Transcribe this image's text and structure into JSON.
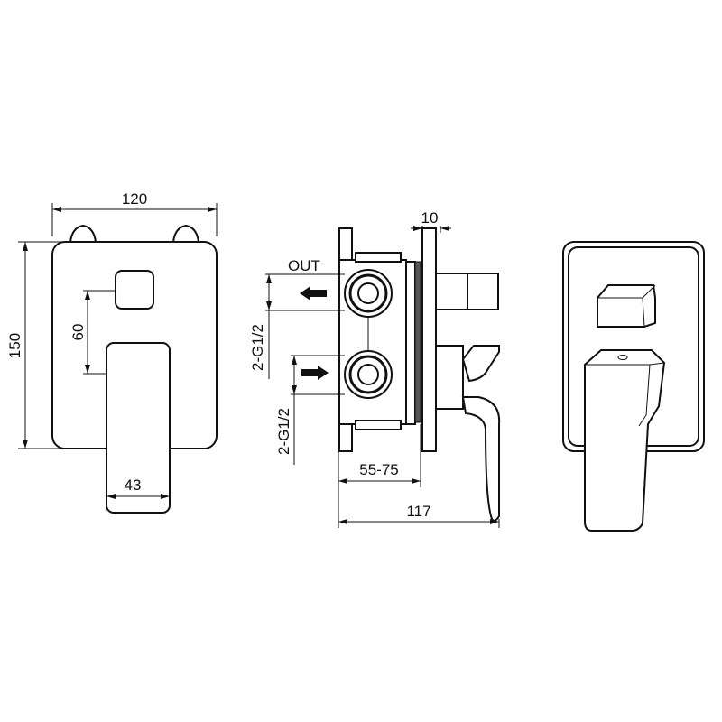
{
  "front_view": {
    "width_label": "120",
    "height_label": "150",
    "button_offset_label": "60",
    "handle_width_label": "43"
  },
  "side_view": {
    "out_label": "OUT",
    "outlet_thread_label": "2-G1/2",
    "inlet_thread_label": "2-G1/2",
    "plate_thickness_label": "10",
    "wall_depth_label": "55-75",
    "total_depth_label": "117"
  }
}
